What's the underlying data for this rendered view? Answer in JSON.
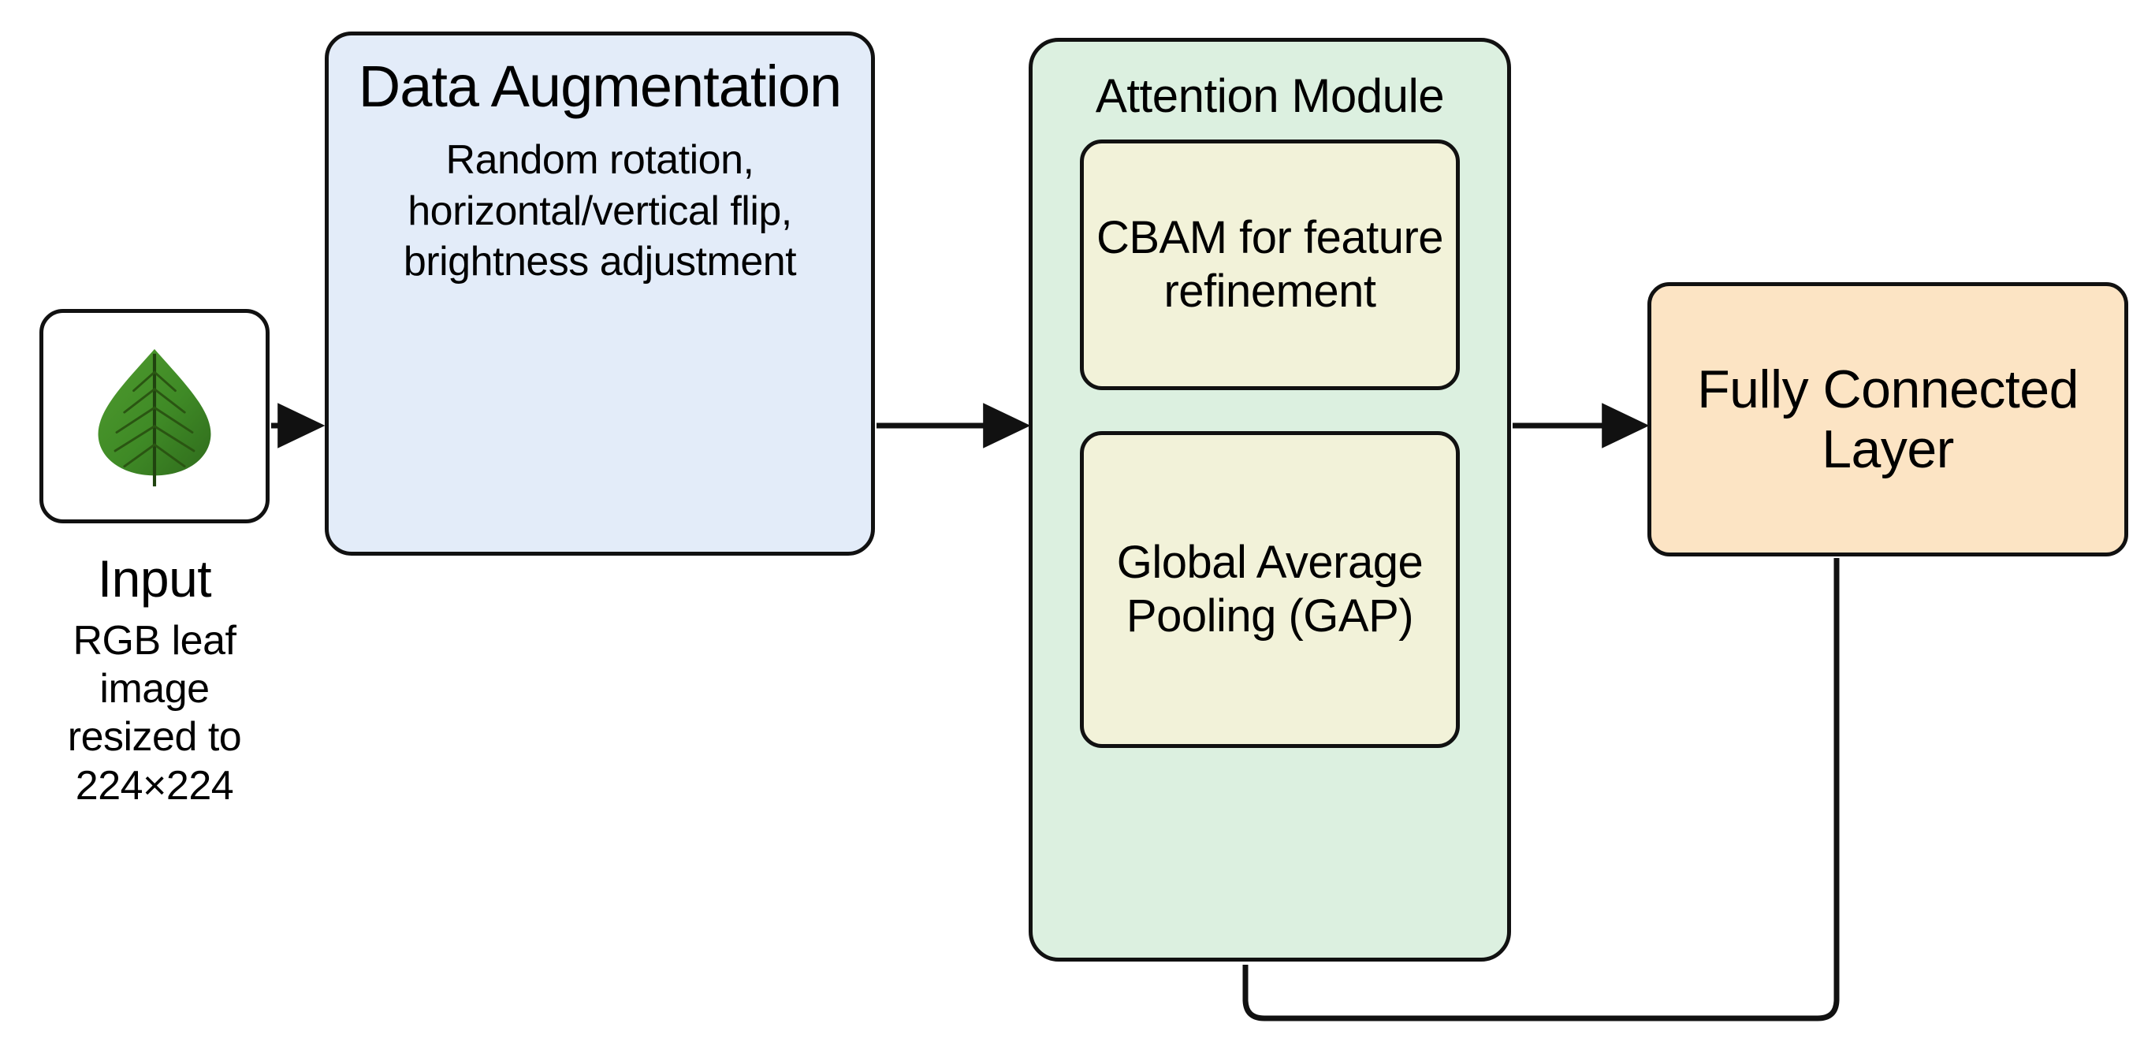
{
  "diagram": {
    "type": "flowchart",
    "orientation": "left-to-right",
    "background": "#ffffff",
    "stroke_color": "#111111"
  },
  "input": {
    "icon": "leaf-image",
    "card_fill": "#ffffff",
    "caption_title": "Input",
    "caption_detail": "RGB leaf image resized to 224×224"
  },
  "augmentation": {
    "title": "Data Augmentation",
    "detail": "Random rotation, horizontal/vertical flip, brightness adjustment",
    "fill": "#e3ecf9"
  },
  "attention": {
    "title": "Attention Module",
    "fill": "#dcf0e0",
    "children": [
      {
        "label": "CBAM for feature refinement",
        "fill": "#f2f2d9"
      },
      {
        "label": "Global Average Pooling (GAP)",
        "fill": "#f2f2d9"
      }
    ]
  },
  "fully_connected": {
    "title": "Fully Connected Layer",
    "fill": "#fce4c4"
  },
  "edges": [
    {
      "name": "input-to-augmentation",
      "from": "input",
      "to": "augmentation",
      "arrow": true
    },
    {
      "name": "augmentation-to-attention",
      "from": "augmentation",
      "to": "attention",
      "arrow": true
    },
    {
      "name": "attention-to-fully-connected",
      "from": "attention",
      "to": "fully_connected",
      "arrow": true
    },
    {
      "name": "fully-connected-feedback-to-attention",
      "from": "fully_connected",
      "to": "attention",
      "arrow": false,
      "style": "loop-back"
    }
  ]
}
